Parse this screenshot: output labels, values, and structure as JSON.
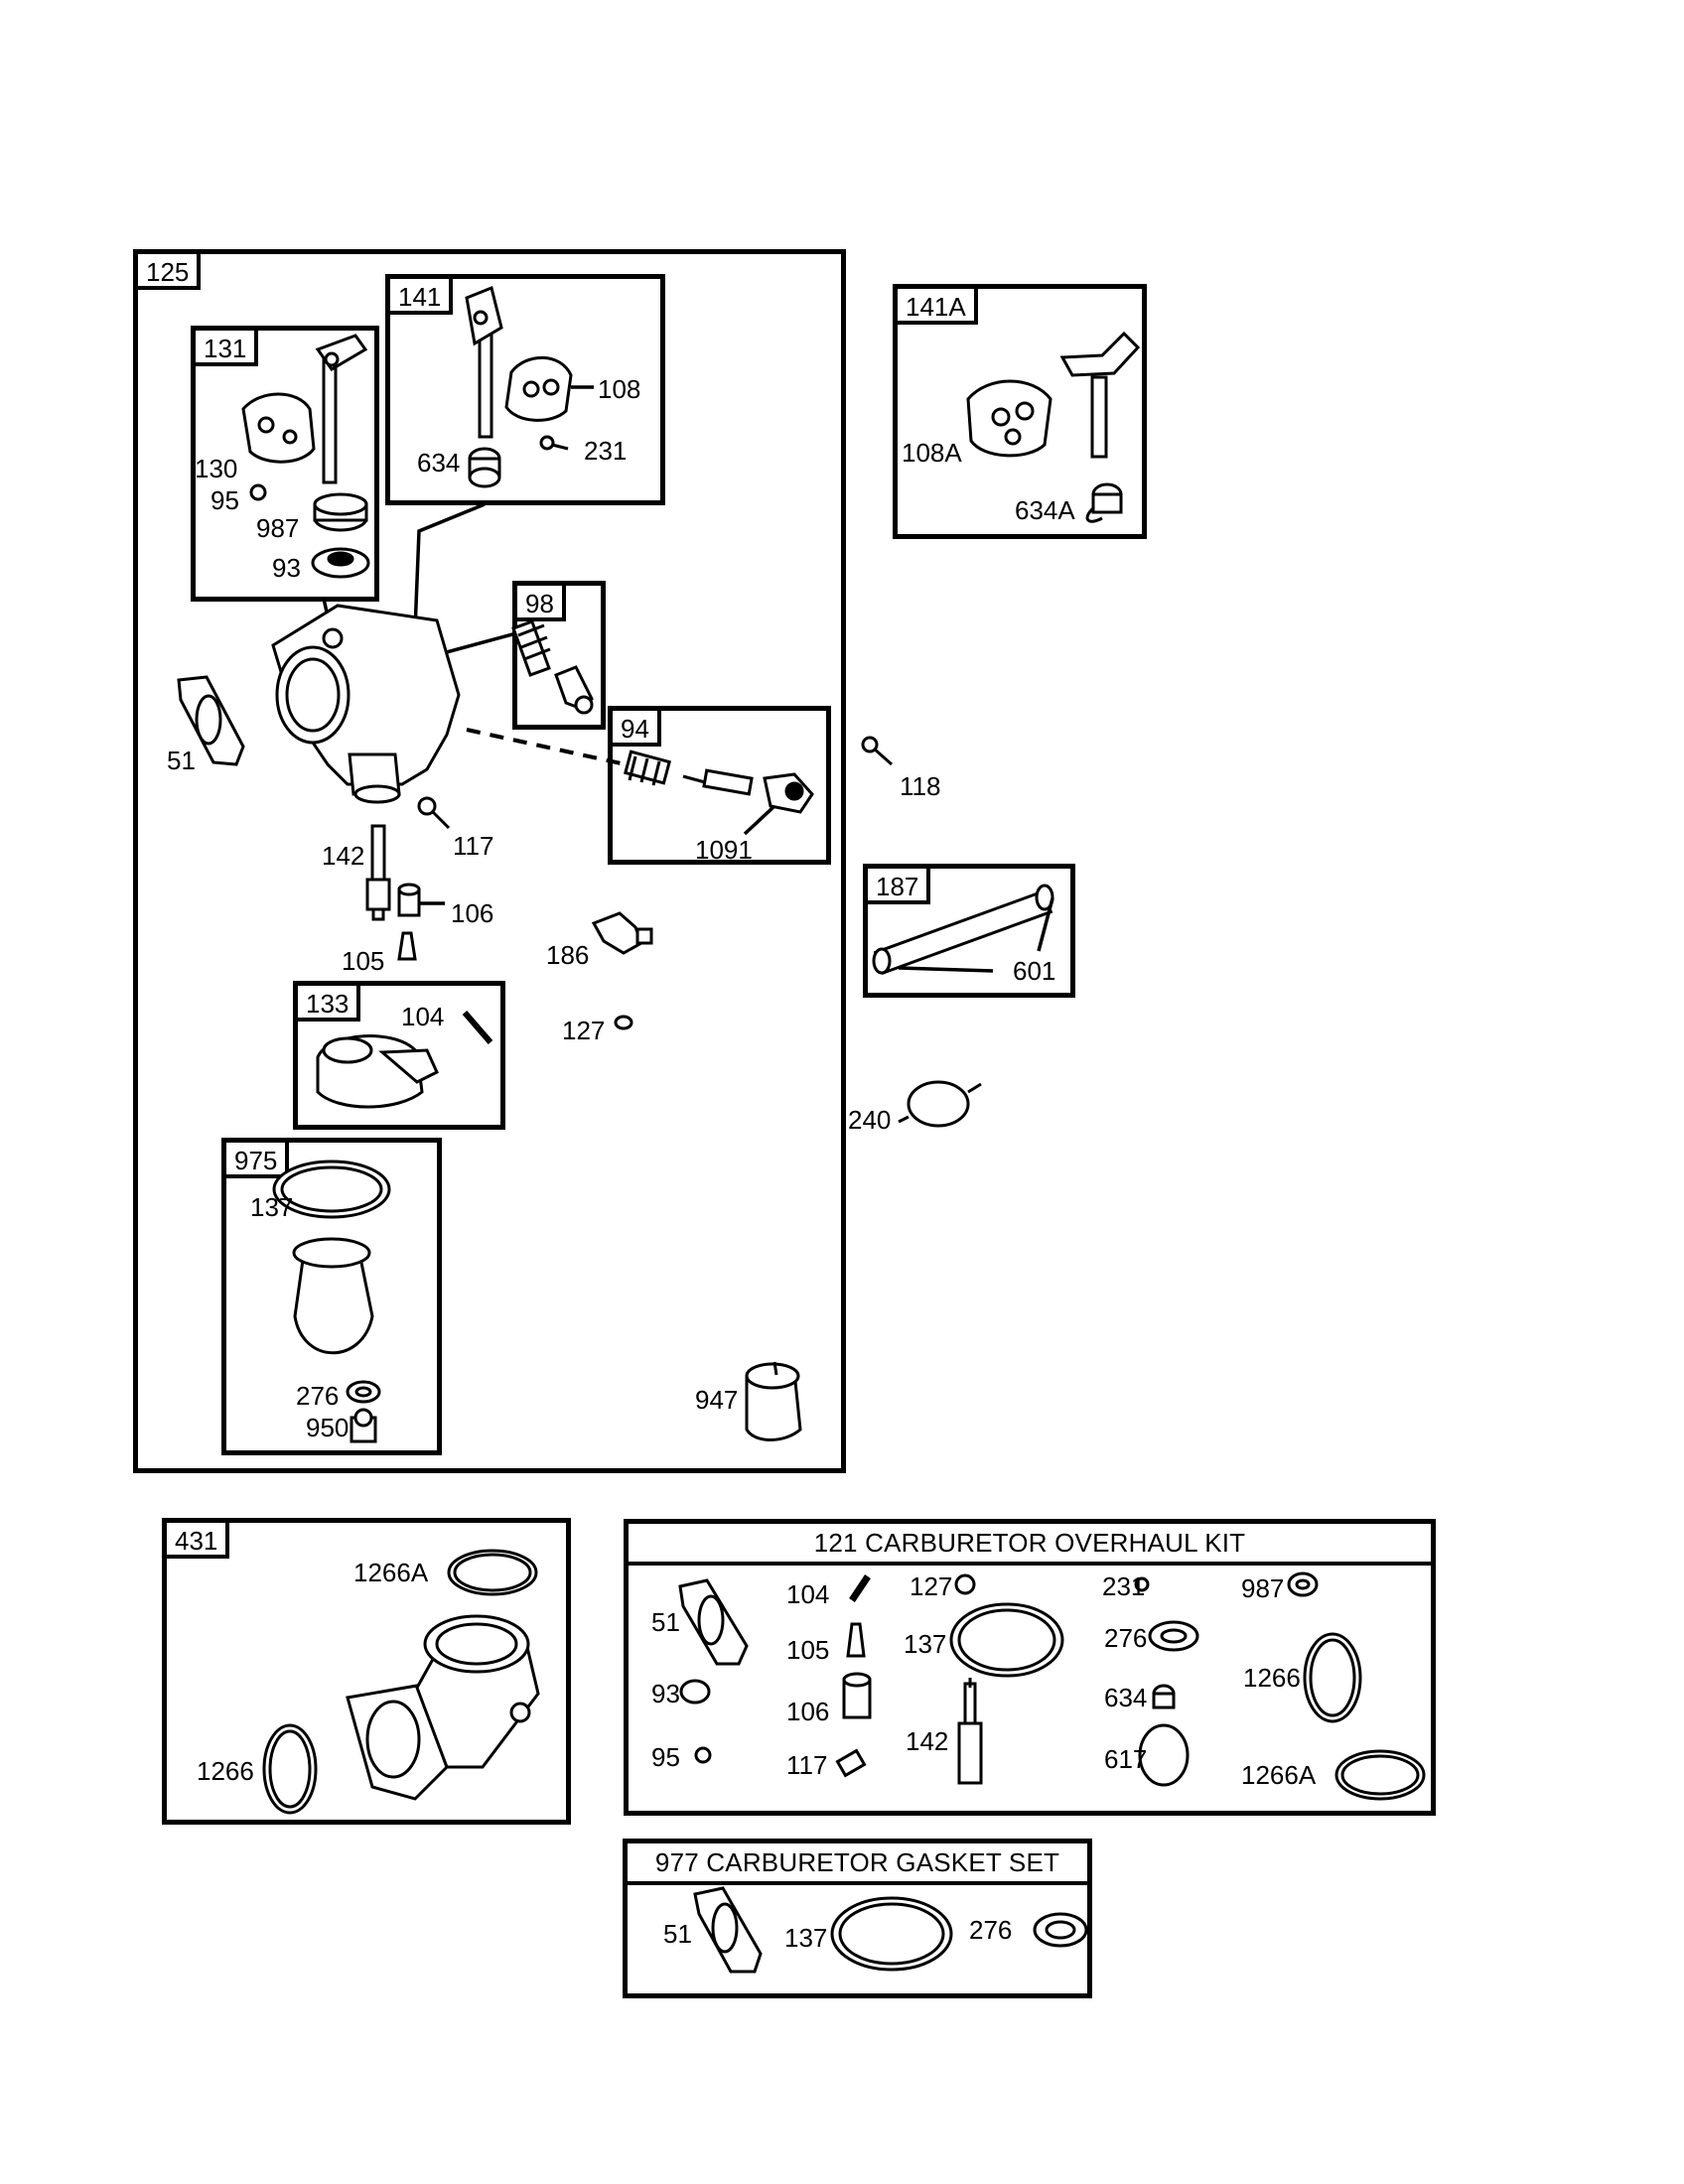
{
  "boxes": {
    "b125": "125",
    "b131": "131",
    "b141": "141",
    "b141a": "141A",
    "b98": "98",
    "b94": "94",
    "b187": "187",
    "b133": "133",
    "b975": "975",
    "b431": "431"
  },
  "kits": {
    "overhaul_title": "121 CARBURETOR OVERHAUL KIT",
    "gasket_title": "977 CARBURETOR GASKET SET"
  },
  "labels": {
    "p130": "130",
    "p95": "95",
    "p987": "987",
    "p93": "93",
    "p634": "634",
    "p108": "108",
    "p231": "231",
    "p108a": "108A",
    "p634a": "634A",
    "p51": "51",
    "p118": "118",
    "p1091": "1091",
    "p142": "142",
    "p117": "117",
    "p106": "106",
    "p105": "105",
    "p186": "186",
    "p127": "127",
    "p104": "104",
    "p601": "601",
    "p240": "240",
    "p137": "137",
    "p276": "276",
    "p950": "950",
    "p947": "947",
    "p1266a": "1266A",
    "p1266": "1266"
  },
  "overhaul_labels": {
    "k51": "51",
    "k104": "104",
    "k127": "127",
    "k231": "231",
    "k987": "987",
    "k105": "105",
    "k137": "137",
    "k276": "276",
    "k93": "93",
    "k106": "106",
    "k634": "634",
    "k1266": "1266",
    "k142": "142",
    "k95": "95",
    "k117": "117",
    "k617": "617",
    "k1266a": "1266A"
  },
  "gasket_labels": {
    "g51": "51",
    "g137": "137",
    "g276": "276"
  }
}
